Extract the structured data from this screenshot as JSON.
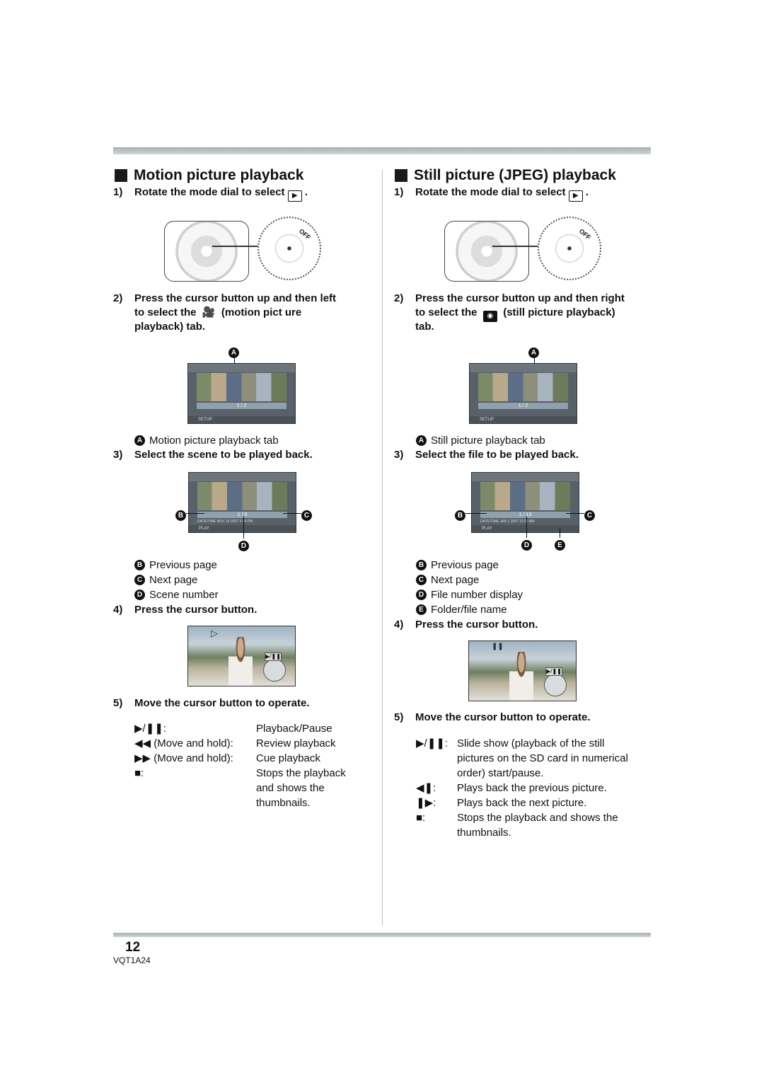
{
  "left": {
    "heading": "Motion picture playback",
    "step1_num": "1)",
    "step1_text": "Rotate the mode dial to select",
    "step2_num": "2)",
    "step2_line1": "Press the cursor button up and then left",
    "step2_line2a": "to select the",
    "step2_line2b": "(motion pict ure",
    "step2_line3": "playback) tab.",
    "label_a": "Motion picture playback tab",
    "step3_num": "3)",
    "step3_text": "Select the scene to be played back.",
    "label_b": "Previous page",
    "label_c": "Next page",
    "label_d": "Scene number",
    "step4_num": "4)",
    "step4_text": "Press the cursor button.",
    "step5_num": "5)",
    "step5_text": "Move the cursor button to operate.",
    "ops": [
      {
        "key": "▶/❚❚:",
        "desc": "Playback/Pause"
      },
      {
        "key": "◀◀ (Move and hold):",
        "desc": "Review playback"
      },
      {
        "key": "▶▶ (Move and hold):",
        "desc": "Cue playback"
      },
      {
        "key": "■:",
        "desc": "Stops the playback"
      }
    ],
    "op4_extra1": "and shows the",
    "op4_extra2": "thumbnails.",
    "screen_page1": "1 / 2",
    "screen_page2": "1 / 9",
    "screen_date": "DATE/TIME NOV 15 2007 3:44 PM"
  },
  "right": {
    "heading": "Still picture (JPEG) playback",
    "step1_num": "1)",
    "step1_text": "Rotate the mode dial to select",
    "step2_num": "2)",
    "step2_line1": "Press the cursor button up and then right",
    "step2_line2a": "to select the",
    "step2_line2b": "(still picture playback)",
    "step2_line3": "tab.",
    "label_a": "Still picture playback tab",
    "step3_num": "3)",
    "step3_text": "Select the file to be played back.",
    "label_b": "Previous page",
    "label_c": "Next page",
    "label_d": "File number display",
    "label_e": "Folder/file name",
    "step4_num": "4)",
    "step4_text": "Press the cursor button.",
    "step5_num": "5)",
    "step5_text": "Move the cursor button to operate.",
    "ops": [
      {
        "key": "▶/❚❚:",
        "l1": "Slide show (playback of the still",
        "l2": "pictures on the SD card in numerical",
        "l3": "order) start/pause."
      },
      {
        "key": "◀❚:",
        "l1": "Plays back the previous picture."
      },
      {
        "key": "❚▶:",
        "l1": "Plays back the next picture."
      },
      {
        "key": "■:",
        "l1": "Stops the playback and shows the",
        "l2": "thumbnails."
      }
    ],
    "screen_page1": "1 / 2",
    "screen_page2": "1 / 13",
    "screen_date": "DATE/TIME JAN 1 2007 12:00 AM"
  },
  "dial_marks": "OFF",
  "screen_setup": "SETUP",
  "screen_play": "PLAY",
  "page_number": "12",
  "model_code": "VQT1A24"
}
